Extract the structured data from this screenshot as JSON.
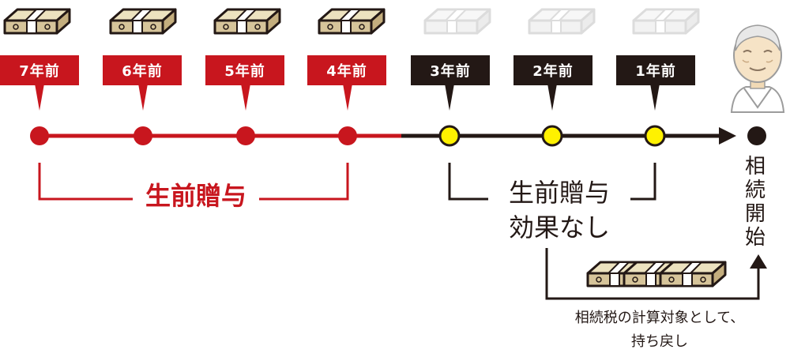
{
  "timeline": {
    "years": [
      {
        "label": "7年前",
        "effective": true
      },
      {
        "label": "6年前",
        "effective": true
      },
      {
        "label": "5年前",
        "effective": true
      },
      {
        "label": "4年前",
        "effective": true
      },
      {
        "label": "3年前",
        "effective": false
      },
      {
        "label": "2年前",
        "effective": false
      },
      {
        "label": "1年前",
        "effective": false
      }
    ]
  },
  "labels": {
    "gift_effective": "生前贈与",
    "gift_no_effect_line1": "生前贈与",
    "gift_no_effect_line2": "効果なし",
    "inheritance_start": [
      "相",
      "続",
      "開",
      "始"
    ],
    "add_back_line1": "相続税の計算対象として、",
    "add_back_line2": "持ち戻し"
  },
  "colors": {
    "effective": "#c8161e",
    "no_effect": "#231815",
    "marker_no_effect": "#fff100"
  },
  "icons": [
    "money-bundle-icon",
    "elderly-person-icon",
    "arrow-head-icon"
  ]
}
